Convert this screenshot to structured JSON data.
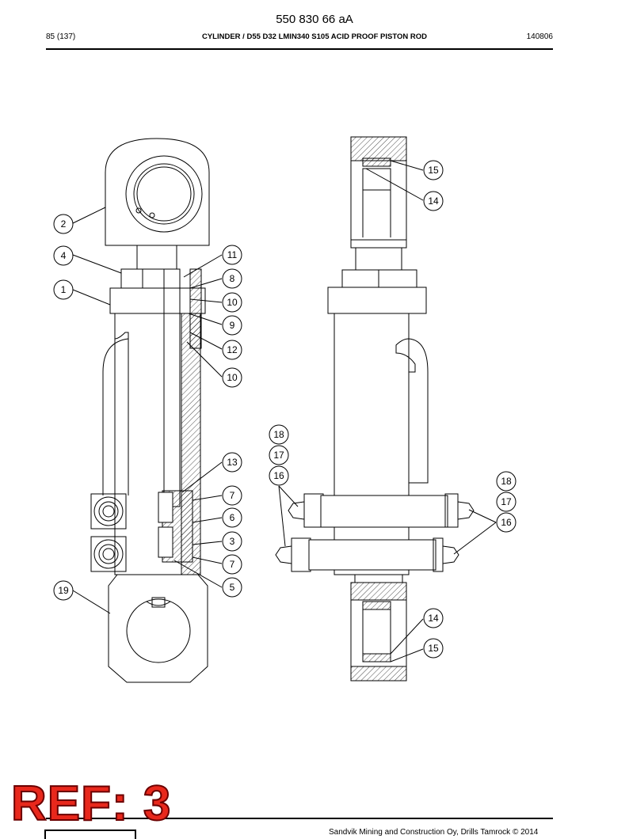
{
  "header": {
    "doc_number": "550 830 66 aA",
    "page_ref": "85 (137)",
    "title": "CYLINDER / D55 D32 LMIN340 S105 ACID PROOF PISTON ROD",
    "date_code": "140806"
  },
  "callouts": {
    "left_view": [
      "2",
      "4",
      "1",
      "11",
      "8",
      "10",
      "9",
      "12",
      "10",
      "13",
      "7",
      "6",
      "3",
      "7",
      "5",
      "19"
    ],
    "right_view": [
      "15",
      "14",
      "18",
      "17",
      "16",
      "18",
      "17",
      "16",
      "14",
      "15"
    ]
  },
  "stamp": {
    "text": "REF: 3",
    "color": "#e8281c"
  },
  "footer": {
    "copyright": "Sandvik Mining and Construction Oy, Drills Tamrock © 2014"
  }
}
